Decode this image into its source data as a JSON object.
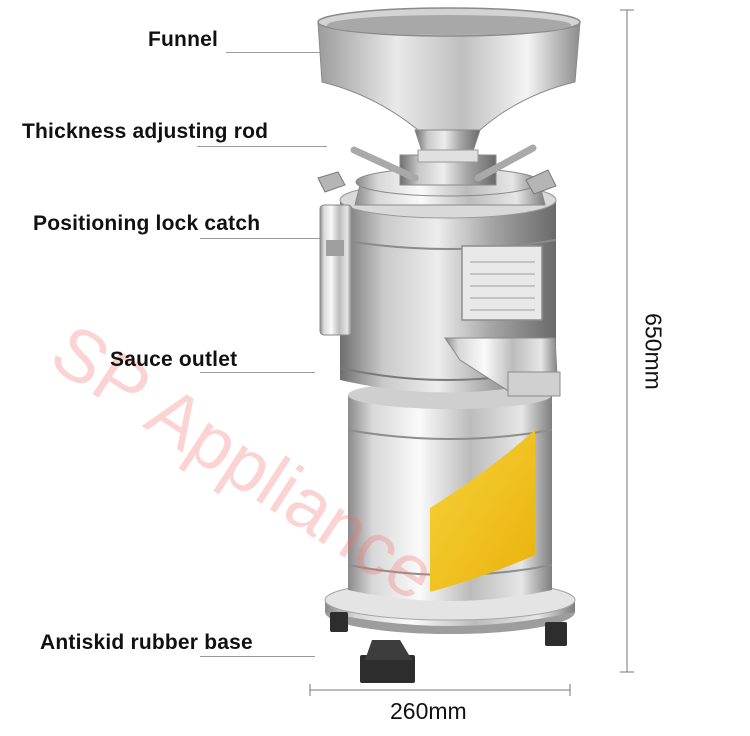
{
  "labels": {
    "funnel": "Funnel",
    "thickness_rod": "Thickness adjusting rod",
    "lock_catch": "Positioning lock catch",
    "sauce_outlet": "Sauce outlet",
    "rubber_base": "Antiskid rubber base"
  },
  "dimensions": {
    "height": "650mm",
    "width": "260mm"
  },
  "watermark": "SP Appliance",
  "colors": {
    "steel_light": "#f2f2f2",
    "steel_mid": "#bdbdbd",
    "steel_dark": "#7a7a7a",
    "yellow_panel": "#f4c21e",
    "watermark": "#f56e6e",
    "foot": "#333333"
  }
}
